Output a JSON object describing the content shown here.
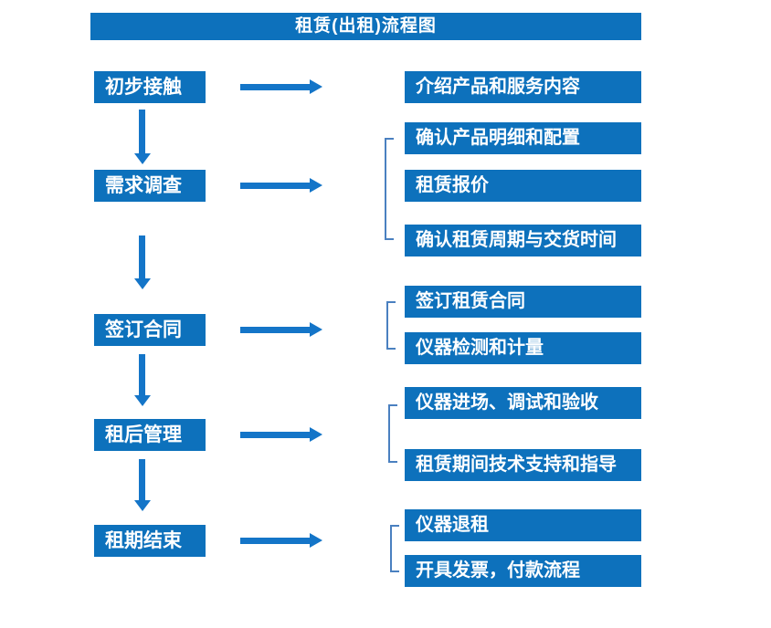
{
  "title": "租赁(出租)流程图",
  "colors": {
    "box_blue": "#0d71bc",
    "arrow_blue": "#1475c8",
    "bracket_blue": "#4a80c0",
    "text_white": "#ffffff",
    "page_bg": "#ffffff"
  },
  "steps": [
    {
      "label": "初步接触",
      "details": [
        "介绍产品和服务内容"
      ]
    },
    {
      "label": "需求调查",
      "details": [
        "确认产品明细和配置",
        "租赁报价",
        "确认租赁周期与交货时间"
      ]
    },
    {
      "label": "签订合同",
      "details": [
        "签订租赁合同",
        "仪器检测和计量"
      ]
    },
    {
      "label": "租后管理",
      "details": [
        "仪器进场、调试和验收",
        "租赁期间技术支持和指导"
      ]
    },
    {
      "label": "租期结束",
      "details": [
        "仪器退租",
        "开具发票，付款流程"
      ]
    }
  ]
}
